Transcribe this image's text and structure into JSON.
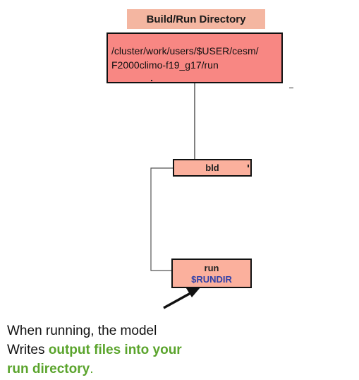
{
  "diagram": {
    "title": "Build/Run Directory",
    "root": {
      "line1": "/cluster/work/users/$USER/cesm/",
      "line2": "F2000climo-f19_g17/run"
    },
    "nodes": {
      "bld": {
        "label": "bld"
      },
      "run": {
        "label": "run",
        "variable": "$RUNDIR"
      }
    },
    "caption": {
      "line1_a": "When running, ",
      "line1_b": "the model",
      "line2_a": "Writes ",
      "line2_b": "output files into your",
      "line3_a": "run directory",
      "line3_b": "."
    }
  },
  "colors": {
    "title_fill": "#f4b6a1",
    "root_fill": "#f88783",
    "node_fill": "#fbb09d",
    "rundir_text": "#3240a8",
    "highlight_green": "#5aa42c"
  }
}
